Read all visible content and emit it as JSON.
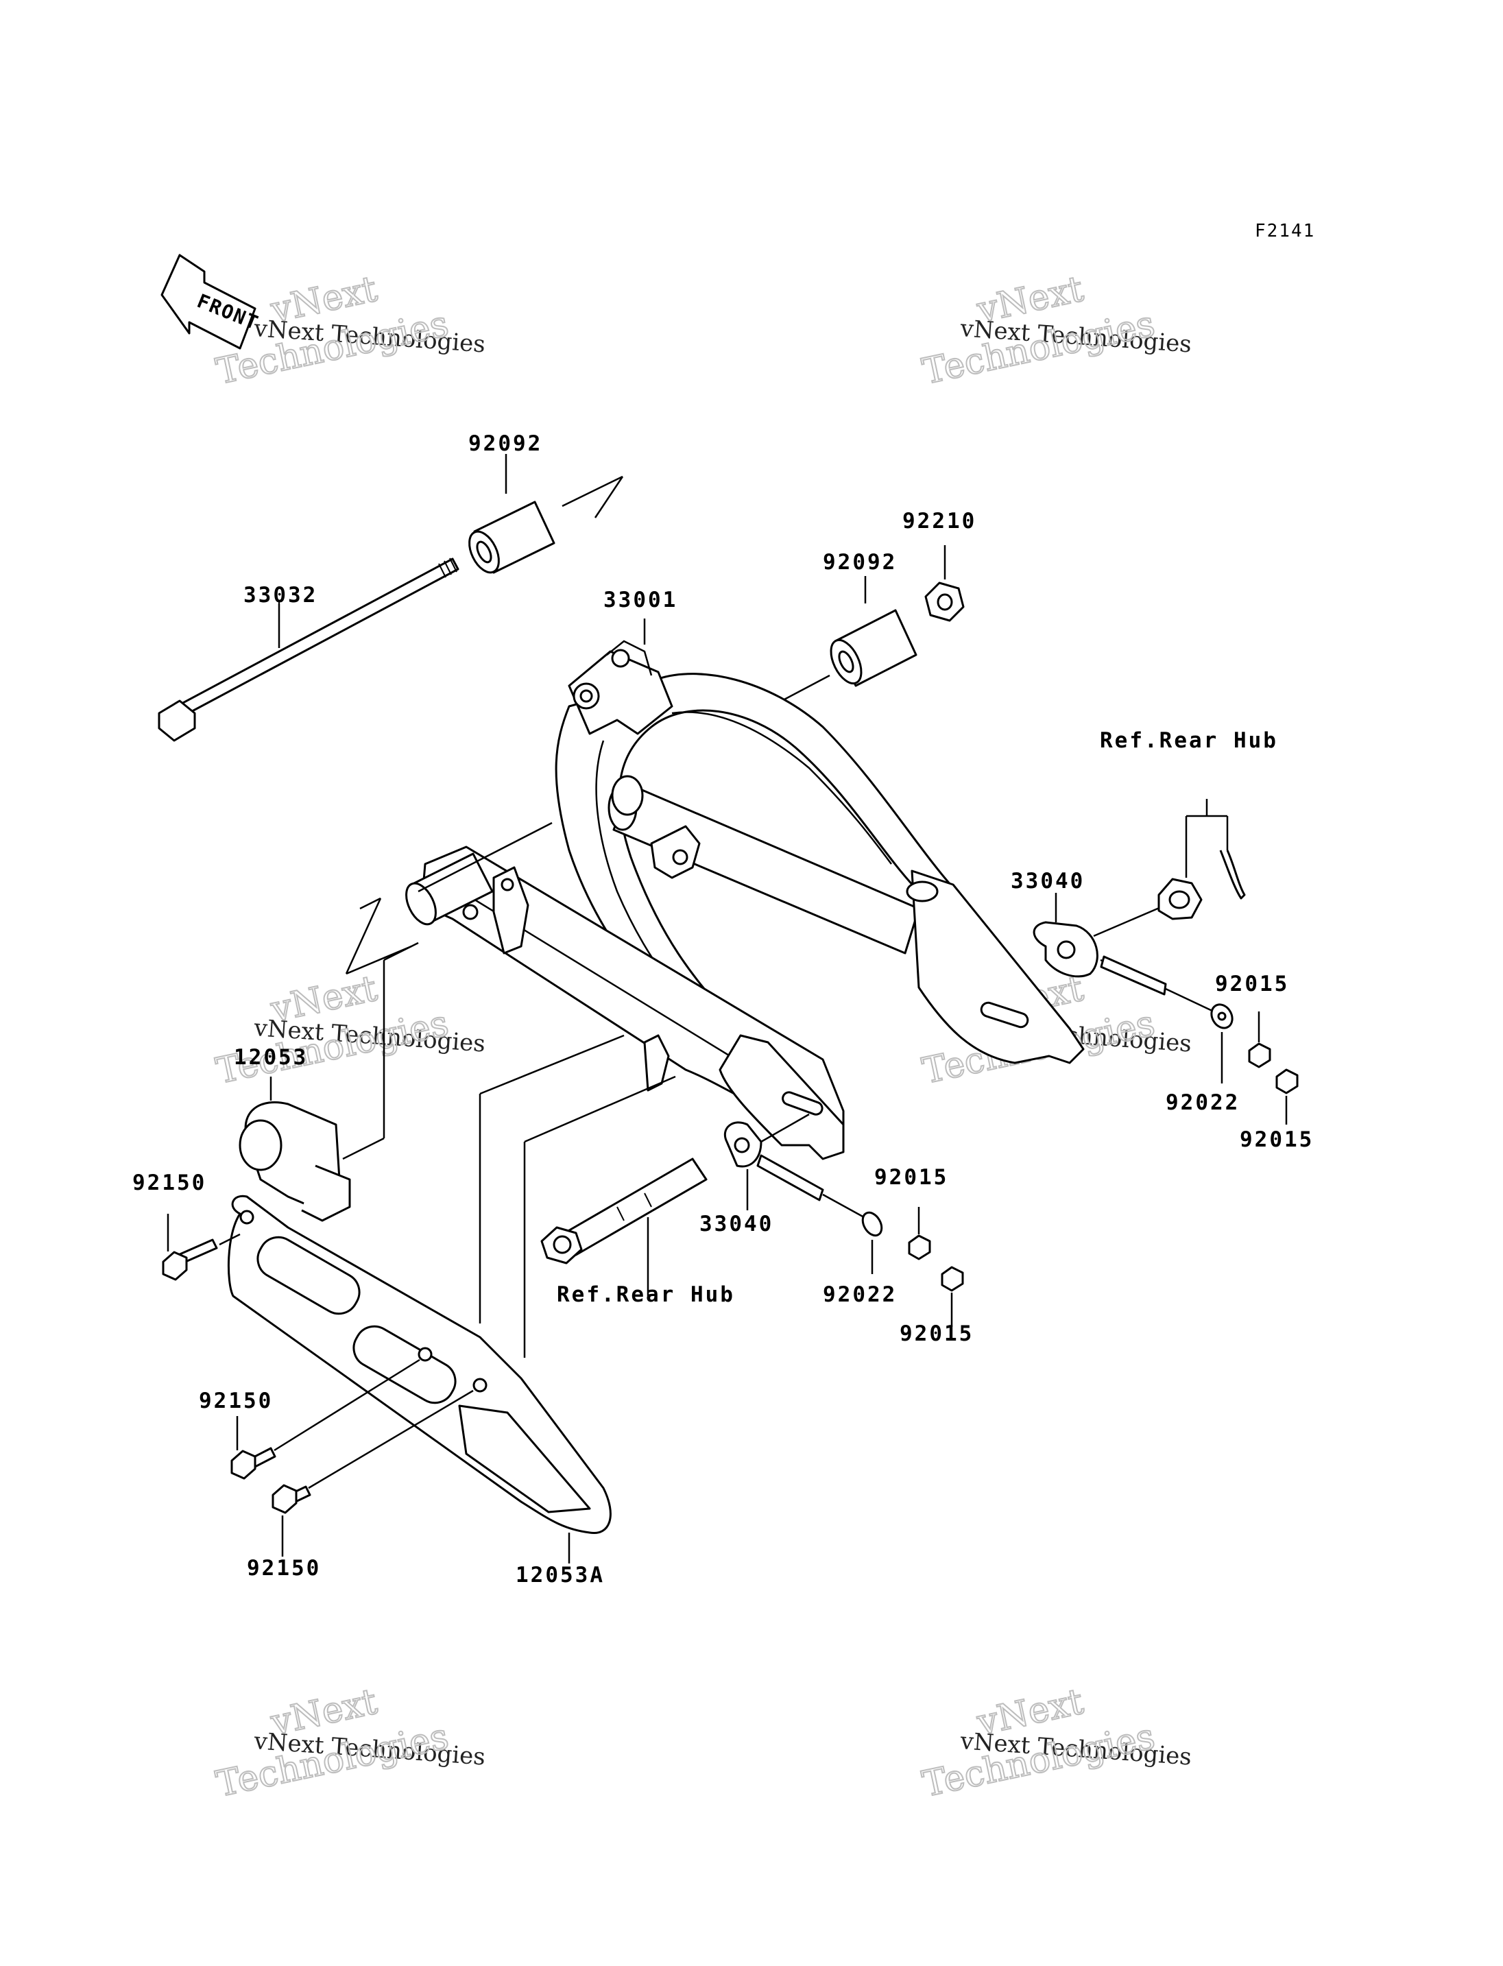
{
  "figure_code": "F2141",
  "front_label": "FRONT",
  "watermark": {
    "line1": "vNext Technologies",
    "line2a": "vNext",
    "line2b": "Technologies"
  },
  "labels": {
    "p33032": "33032",
    "p92092a": "92092",
    "p92092b": "92092",
    "p92210": "92210",
    "p33001": "33001",
    "p33040a": "33040",
    "p33040b": "33040",
    "ref_rear_hub_a": "Ref.Rear Hub",
    "ref_rear_hub_b": "Ref.Rear Hub",
    "p92015a": "92015",
    "p92015b": "92015",
    "p92015c": "92015",
    "p92015d": "92015",
    "p92022a": "92022",
    "p92022b": "92022",
    "p12053": "12053",
    "p12053A": "12053A",
    "p92150a": "92150",
    "p92150b": "92150",
    "p92150c": "92150"
  }
}
